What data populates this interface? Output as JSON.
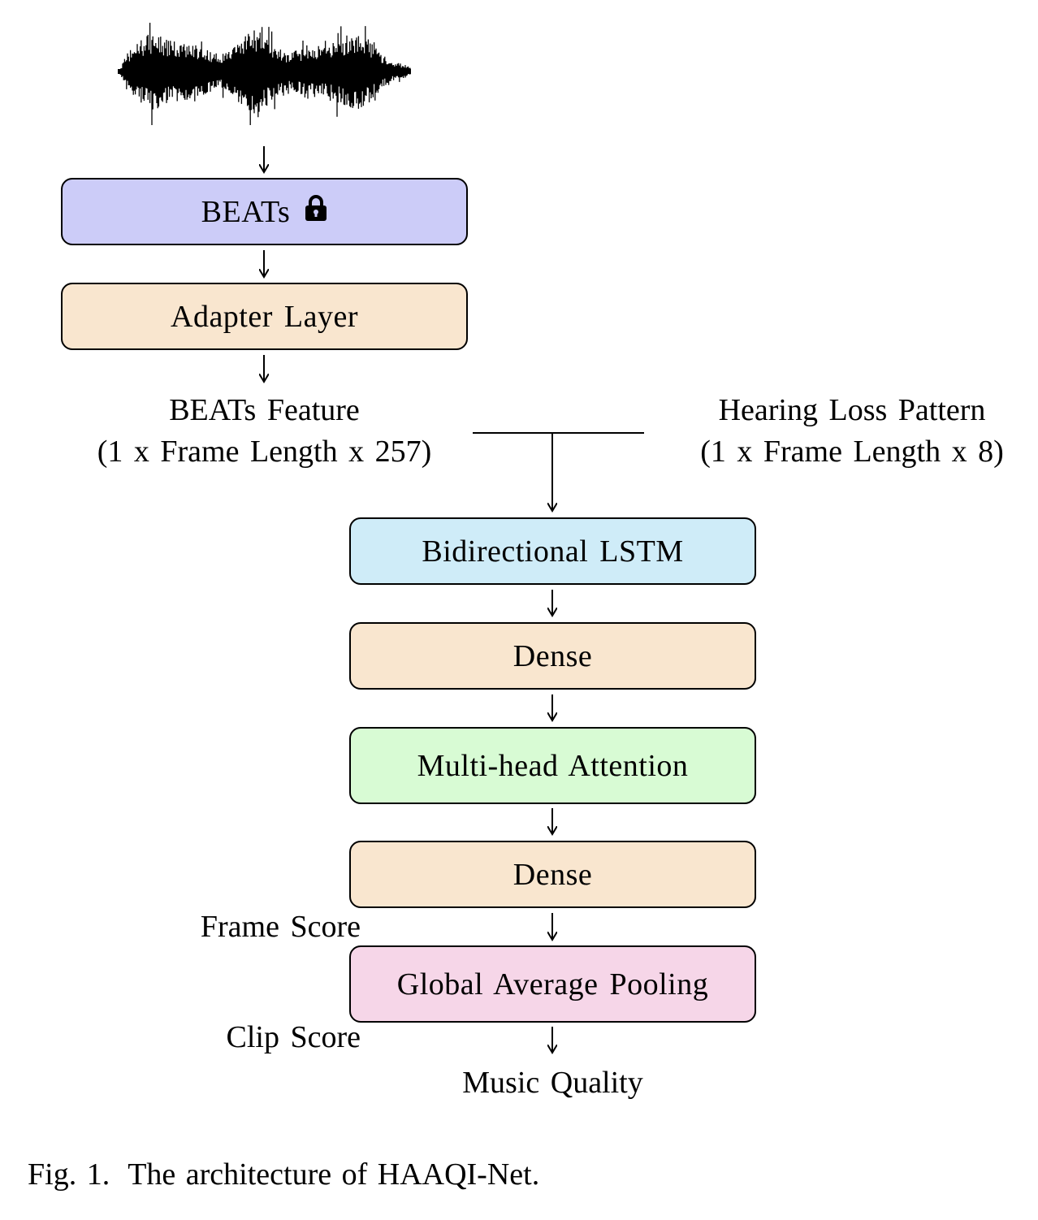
{
  "blocks": {
    "beats": "BEATs",
    "adapter": "Adapter Layer",
    "bilstm": "Bidirectional LSTM",
    "dense1": "Dense",
    "mha": "Multi-head Attention",
    "dense2": "Dense",
    "gap": "Global Average Pooling"
  },
  "labels": {
    "beats_feature_line1": "BEATs Feature",
    "beats_feature_line2": "(1 x Frame Length x 257)",
    "hearing_loss_line1": "Hearing Loss Pattern",
    "hearing_loss_line2": "(1 x Frame Length x 8)",
    "frame_score": "Frame Score",
    "clip_score": "Clip Score",
    "output": "Music Quality"
  },
  "caption": {
    "number": "Fig. 1.",
    "text": "The architecture of HAAQI-Net."
  },
  "colors": {
    "beats": "#ccccf8",
    "adapter": "#f9e6cf",
    "bilstm": "#cfecf8",
    "dense": "#f9e6cf",
    "mha": "#d8fbd4",
    "gap": "#f6d6e8"
  },
  "icons": {
    "beats_lock": "lock-icon",
    "input_waveform": "waveform-icon"
  }
}
